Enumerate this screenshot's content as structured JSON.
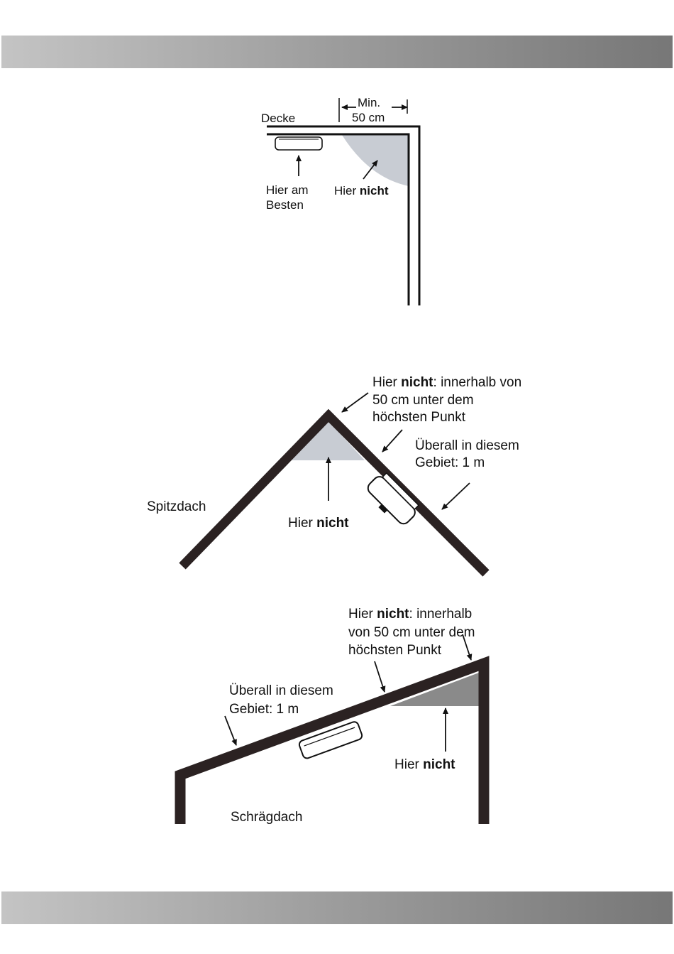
{
  "colors": {
    "band_light": "#c4c4c4",
    "band_dark": "#777777",
    "wall": "#2b2222",
    "dead_zone_light": "#c8ccd3",
    "dead_zone_dark": "#8a8a8a"
  },
  "ceiling_diagram": {
    "ceiling_label": "Decke",
    "dimension_line1": "Min.",
    "dimension_line2": "50 cm",
    "best_line1": "Hier am",
    "best_line2": "Besten",
    "not_here_prefix": "Hier ",
    "not_here_bold": "nicht"
  },
  "peaked_roof": {
    "roof_label": "Spitzdach",
    "top_note_prefix": "Hier ",
    "top_note_bold": "nicht",
    "top_note_suffix": ": innerhalb von",
    "top_note_line2": "50 cm unter dem",
    "top_note_line3": "höchsten Punkt",
    "anywhere_line1": "Überall in diesem",
    "anywhere_line2": "Gebiet: 1 m",
    "not_here_prefix": "Hier ",
    "not_here_bold": "nicht"
  },
  "sloped_roof": {
    "roof_label": "Schrägdach",
    "top_note_prefix": "Hier ",
    "top_note_bold": "nicht",
    "top_note_suffix": ": innerhalb",
    "top_note_line2": "von 50 cm unter dem",
    "top_note_line3": "höchsten Punkt",
    "anywhere_line1": "Überall in diesem",
    "anywhere_line2": "Gebiet: 1 m",
    "not_here_prefix": "Hier ",
    "not_here_bold": "nicht"
  }
}
